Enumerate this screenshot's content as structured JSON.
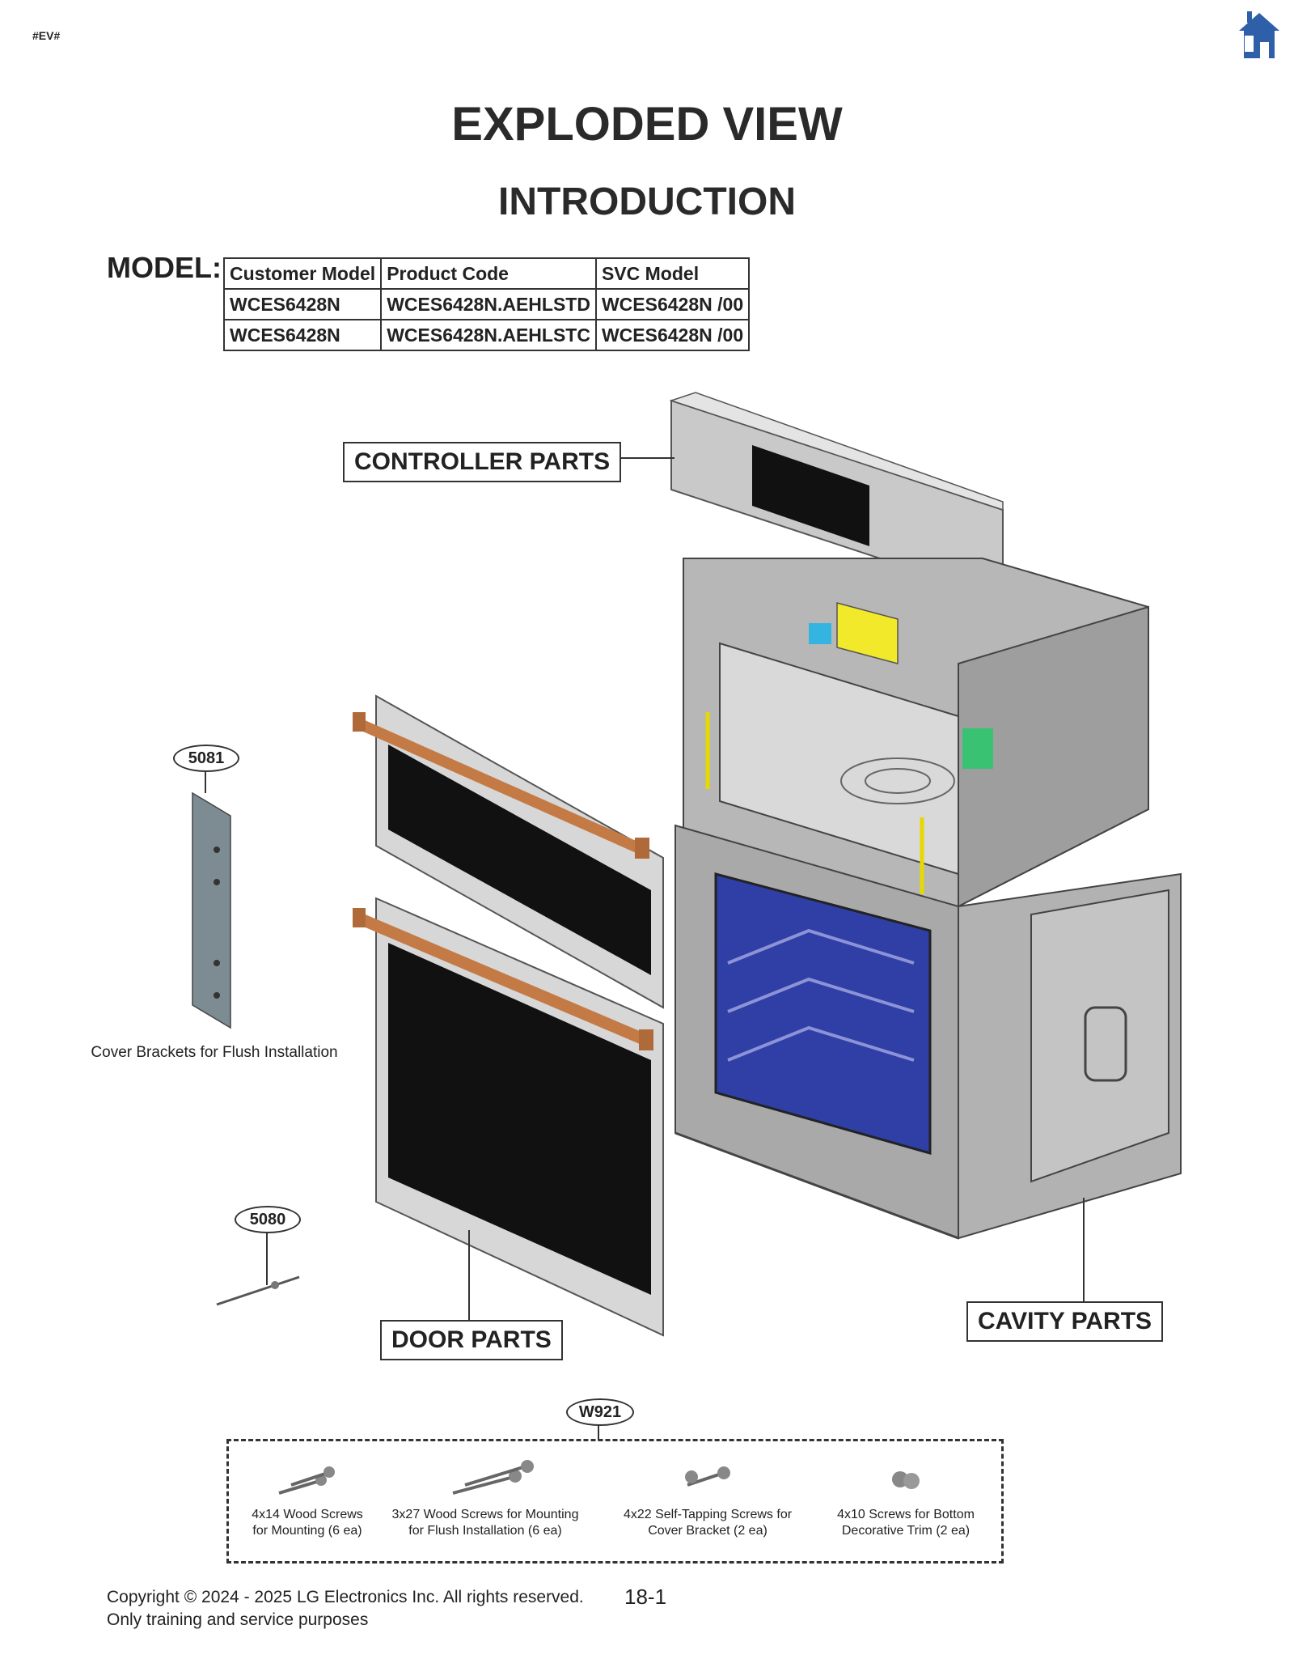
{
  "page_tag": "#EV#",
  "title": "EXPLODED VIEW",
  "subtitle": "INTRODUCTION",
  "model_label": "MODEL:",
  "model_table": {
    "headers": [
      "Customer Model",
      "Product Code",
      "SVC Model"
    ],
    "rows": [
      [
        "WCES6428N",
        "WCES6428N.AEHLSTD",
        "WCES6428N  /00"
      ],
      [
        "WCES6428N",
        "WCES6428N.AEHLSTC",
        "WCES6428N  /00"
      ]
    ]
  },
  "callouts": {
    "controller": "CONTROLLER PARTS",
    "door": "DOOR PARTS",
    "cavity": "CAVITY PARTS"
  },
  "parts": {
    "p5081": "5081",
    "p5081_caption": "Cover Brackets for Flush Installation",
    "p5080": "5080",
    "w921": "W921"
  },
  "screws": [
    {
      "line1": "4x14 Wood Screws",
      "line2": "for Mounting (6 ea)"
    },
    {
      "line1": "3x27 Wood Screws for Mounting",
      "line2": "for Flush Installation (6 ea)"
    },
    {
      "line1": "4x22 Self-Tapping Screws for",
      "line2": "Cover Bracket (2 ea)"
    },
    {
      "line1": "4x10 Screws for Bottom",
      "line2": "Decorative Trim (2 ea)"
    }
  ],
  "copyright_line1": "Copyright © 2024 - 2025 LG Electronics Inc. All rights reserved.",
  "copyright_line2": "Only training and service purposes",
  "page_number": "18-1",
  "icons": [
    "home-icon",
    "oven-exploded-diagram",
    "bracket-image",
    "sensor-image",
    "screw-icon"
  ]
}
